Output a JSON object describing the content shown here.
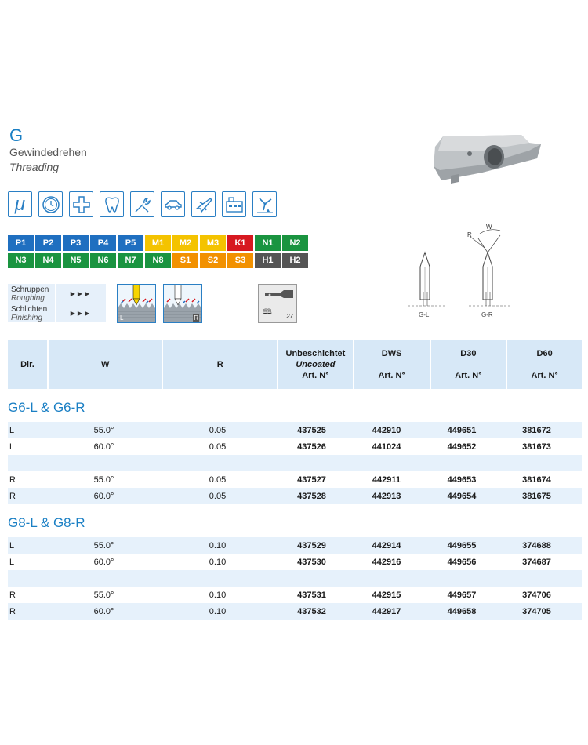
{
  "header": {
    "title": "G",
    "subtitle_de": "Gewindedrehen",
    "subtitle_en": "Threading"
  },
  "icons": [
    "micro-mu-icon",
    "watch-icon",
    "medical-cross-icon",
    "tooth-icon",
    "tools-icon",
    "car-icon",
    "airplane-icon",
    "factory-icon",
    "wind-energy-icon"
  ],
  "icon_mu": "μ",
  "materials": [
    {
      "label": "P1",
      "color": "#1f6fc0"
    },
    {
      "label": "P2",
      "color": "#1f6fc0"
    },
    {
      "label": "P3",
      "color": "#1f6fc0"
    },
    {
      "label": "P4",
      "color": "#1f6fc0"
    },
    {
      "label": "P5",
      "color": "#1f6fc0"
    },
    {
      "label": "M1",
      "color": "#f4c300"
    },
    {
      "label": "M2",
      "color": "#f4c300"
    },
    {
      "label": "M3",
      "color": "#f4c300"
    },
    {
      "label": "K1",
      "color": "#d71920"
    },
    {
      "label": "N1",
      "color": "#1a9440"
    },
    {
      "label": "N2",
      "color": "#1a9440"
    },
    {
      "label": "N3",
      "color": "#1a9440"
    },
    {
      "label": "N4",
      "color": "#1a9440"
    },
    {
      "label": "N5",
      "color": "#1a9440"
    },
    {
      "label": "N6",
      "color": "#1a9440"
    },
    {
      "label": "N7",
      "color": "#1a9440"
    },
    {
      "label": "N8",
      "color": "#1a9440"
    },
    {
      "label": "S1",
      "color": "#f29100"
    },
    {
      "label": "S2",
      "color": "#f29100"
    },
    {
      "label": "S3",
      "color": "#f29100"
    },
    {
      "label": "H1",
      "color": "#555555"
    },
    {
      "label": "H2",
      "color": "#555555"
    }
  ],
  "machining": [
    {
      "de": "Schruppen",
      "en": "Roughing",
      "arrows": "▶▶▶"
    },
    {
      "de": "Schlichten",
      "en": "Finishing",
      "arrows": "▶▶▶"
    }
  ],
  "thread_labels": {
    "left": "L",
    "right": "R"
  },
  "reference_page": "27",
  "diagram_labels": {
    "w": "W",
    "r": "R",
    "gl": "G-L",
    "gr": "G-R"
  },
  "table": {
    "headers": {
      "dir": "Dir.",
      "w": "W",
      "r": "R",
      "uncoated_de": "Unbeschichtet",
      "uncoated_en": "Uncoated",
      "artno": "Art. N°",
      "dws": "DWS",
      "d30": "D30",
      "d60": "D60"
    },
    "groups": [
      {
        "title": "G6-L & G6-R",
        "rows": [
          {
            "dir": "L",
            "w": "55.0°",
            "r": "0.05",
            "uncoated": "437525",
            "dws": "442910",
            "d30": "449651",
            "d60": "381672"
          },
          {
            "dir": "L",
            "w": "60.0°",
            "r": "0.05",
            "uncoated": "437526",
            "dws": "441024",
            "d30": "449652",
            "d60": "381673"
          },
          null,
          {
            "dir": "R",
            "w": "55.0°",
            "r": "0.05",
            "uncoated": "437527",
            "dws": "442911",
            "d30": "449653",
            "d60": "381674"
          },
          {
            "dir": "R",
            "w": "60.0°",
            "r": "0.05",
            "uncoated": "437528",
            "dws": "442913",
            "d30": "449654",
            "d60": "381675"
          }
        ]
      },
      {
        "title": "G8-L & G8-R",
        "rows": [
          {
            "dir": "L",
            "w": "55.0°",
            "r": "0.10",
            "uncoated": "437529",
            "dws": "442914",
            "d30": "449655",
            "d60": "374688"
          },
          {
            "dir": "L",
            "w": "60.0°",
            "r": "0.10",
            "uncoated": "437530",
            "dws": "442916",
            "d30": "449656",
            "d60": "374687"
          },
          null,
          {
            "dir": "R",
            "w": "55.0°",
            "r": "0.10",
            "uncoated": "437531",
            "dws": "442915",
            "d30": "449657",
            "d60": "374706"
          },
          {
            "dir": "R",
            "w": "60.0°",
            "r": "0.10",
            "uncoated": "437532",
            "dws": "442917",
            "d30": "449658",
            "d60": "374705"
          }
        ]
      }
    ]
  }
}
